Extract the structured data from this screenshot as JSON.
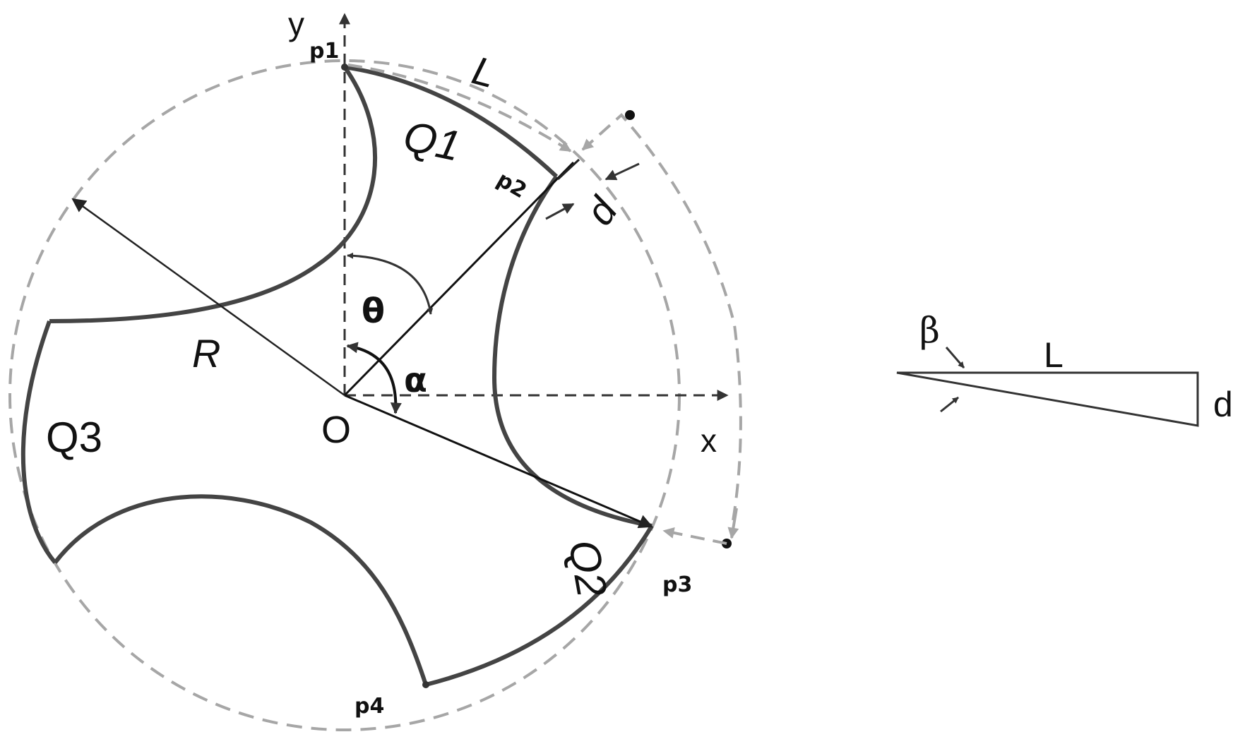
{
  "labels": {
    "y_axis": "y",
    "x_axis": "x",
    "origin": "O",
    "radius": "R",
    "arc_length": "L",
    "offset": "d",
    "theta": "θ",
    "alpha": "α",
    "region_q1": "Q1",
    "region_q2": "Q2",
    "region_q3": "Q3",
    "point_p1": "p1",
    "point_p2": "p2",
    "point_p3": "p3",
    "point_p4": "p4"
  },
  "inset": {
    "beta": "β",
    "length": "L",
    "offset": "d"
  },
  "colors": {
    "outline": "#444444",
    "thin_line": "#222222",
    "dashed_circle": "#a6a6a6",
    "dashed_axis": "#333333",
    "text": "#111111"
  }
}
